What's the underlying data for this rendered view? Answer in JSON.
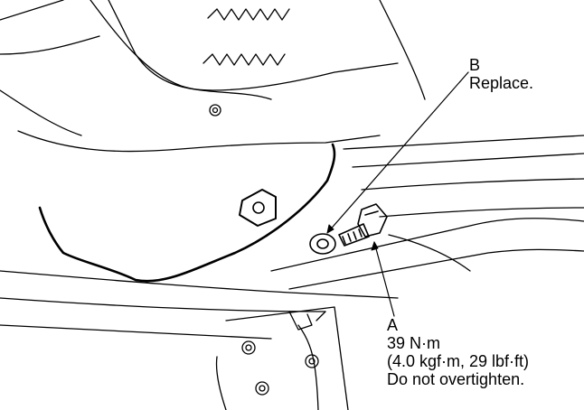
{
  "callouts": {
    "b": {
      "letter": "B",
      "note": "Replace."
    },
    "a": {
      "letter": "A",
      "torque_nm": "39 N·m",
      "torque_alt": "(4.0 kgf·m, 29 lbf·ft)",
      "note": "Do not overtighten."
    }
  },
  "colors": {
    "line": "#000000",
    "background": "#ffffff"
  }
}
